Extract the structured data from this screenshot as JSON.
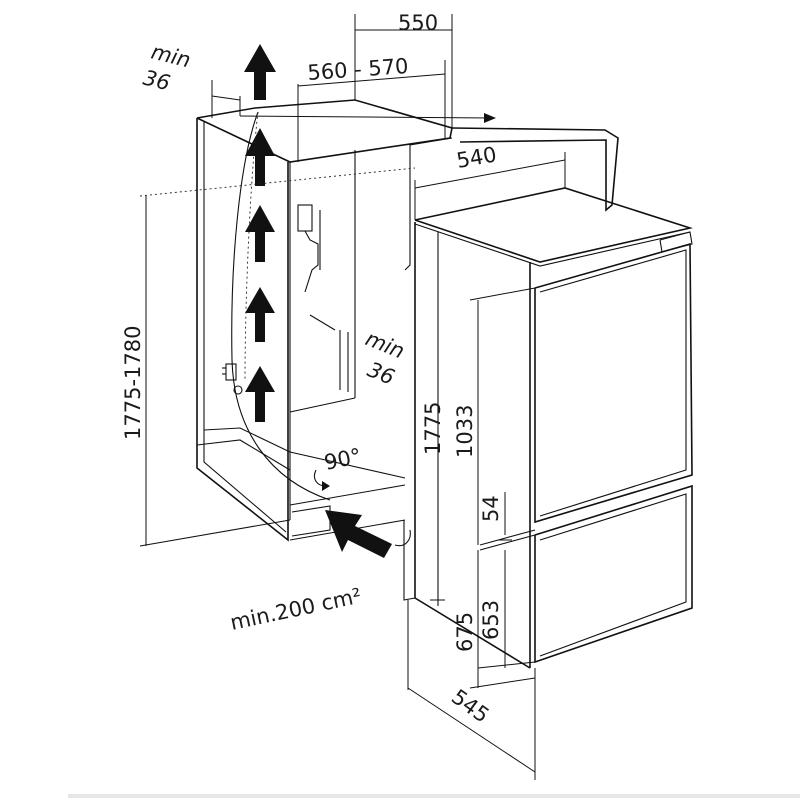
{
  "dimensions": {
    "width_outer": "550",
    "width_niche": "560 - 570",
    "depth_top": "540",
    "vent_min_top_label": "min",
    "vent_min_top_value": "36",
    "vent_min_side_label": "min",
    "vent_min_side_value": "36",
    "niche_height": "1775-1780",
    "appliance_height": "1775",
    "upper_door": "1033",
    "gap": "54",
    "lower_door": "653",
    "lower_section": "675",
    "depth_bottom": "545",
    "angle": "90°",
    "ventilation_area": "min.200 cm²"
  }
}
